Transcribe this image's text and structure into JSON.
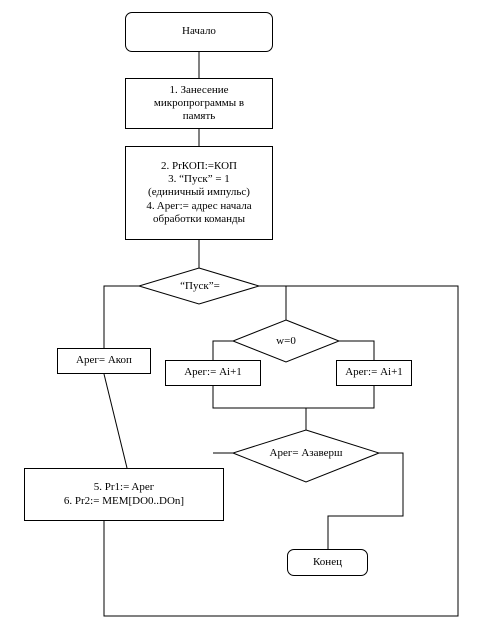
{
  "flowchart": {
    "start": "Начало",
    "step1": [
      "1. Занесение",
      "микропрограммы в",
      "память"
    ],
    "step2": [
      "2. PrКОП:=КОП",
      "3.  “Пуск” = 1",
      "(единичный импульс)",
      "4. Aрег:= адрес начала",
      "обработки команды"
    ],
    "decision_pusk": "“Пуск”=",
    "assign_kop": "Aрег= Aкоп",
    "decision_w": "w=0",
    "assign_i_plus": "Aрег:= Ai+1",
    "assign_i_plus2": "Aрег:= Ai+1",
    "decision_end": "Aрег= Aзаверш",
    "step5": [
      "5. Pr1:= Aрег",
      "6. Pr2:= MEM[DO0..DOn]"
    ],
    "end": "Конец"
  }
}
